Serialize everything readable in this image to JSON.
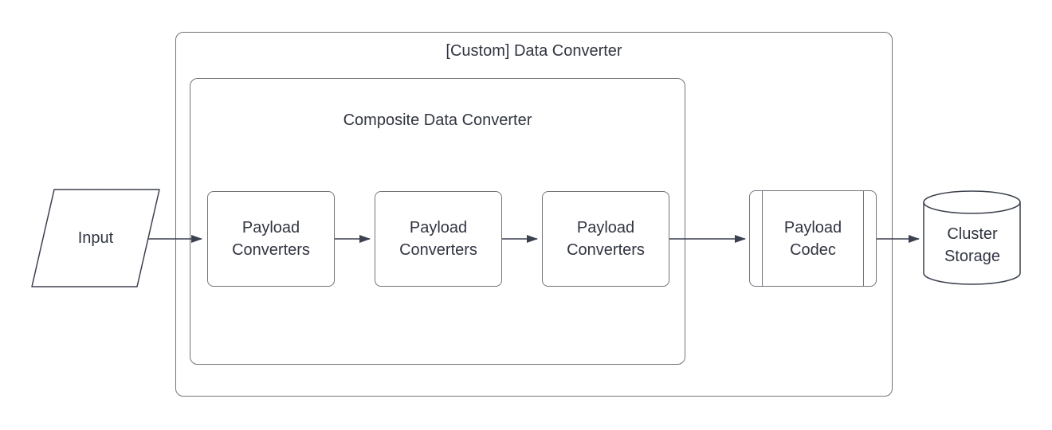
{
  "diagram": {
    "colors": {
      "container_stroke": "#6f747c",
      "shape_stroke": "#3a4150",
      "text": "#2f3542",
      "background": "#ffffff"
    },
    "groups": {
      "outer": {
        "label": "[Custom] Data Converter"
      },
      "inner": {
        "label": "Composite Data Converter"
      }
    },
    "nodes": {
      "input": {
        "label": "Input"
      },
      "payload_converter_1": {
        "label": "Payload Converters"
      },
      "payload_converter_2": {
        "label": "Payload Converters"
      },
      "payload_converter_3": {
        "label": "Payload Converters"
      },
      "payload_codec": {
        "label": "Payload Codec"
      },
      "cluster_storage": {
        "label": "Cluster Storage"
      }
    },
    "edges": [
      {
        "from": "input",
        "to": "payload_converter_1"
      },
      {
        "from": "payload_converter_1",
        "to": "payload_converter_2"
      },
      {
        "from": "payload_converter_2",
        "to": "payload_converter_3"
      },
      {
        "from": "payload_converter_3",
        "to": "payload_codec"
      },
      {
        "from": "payload_codec",
        "to": "cluster_storage"
      }
    ]
  }
}
